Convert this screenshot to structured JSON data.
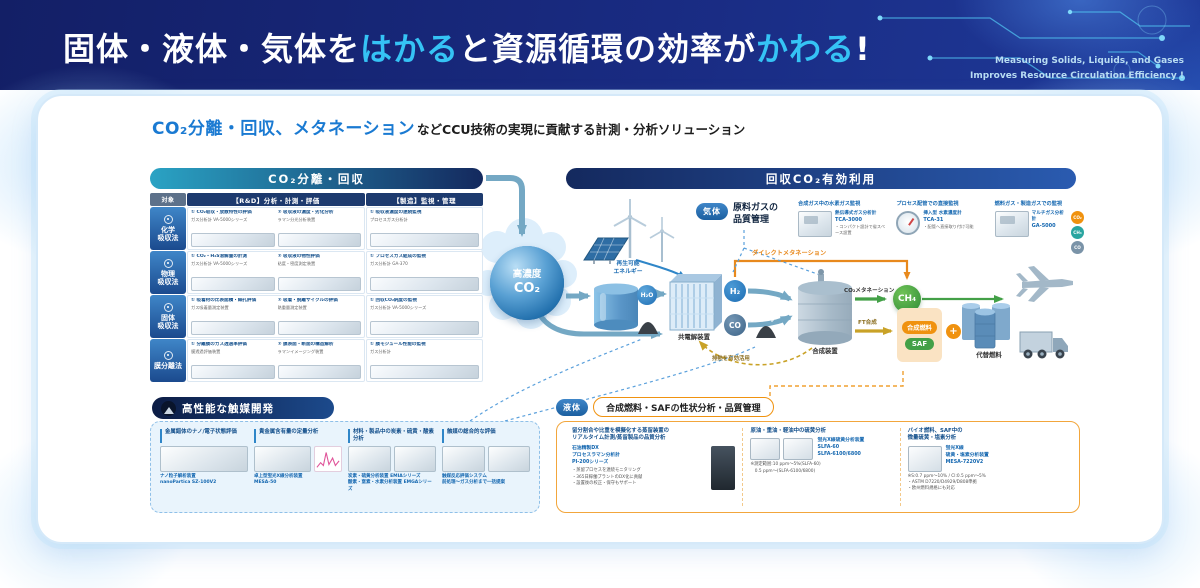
{
  "palette": {
    "banner_navy": "#192b82",
    "accent_cyan": "#35c3f5",
    "blue": "#1a7ad2",
    "orange": "#f0920f",
    "green": "#43a047"
  },
  "banner": {
    "t1": "固体・液体・気体を",
    "t2": "はかる",
    "t3": "と資源循環の効率が",
    "t4": "かわる",
    "t5": "!",
    "en1": "Measuring Solids, Liquids, and Gases",
    "en2": "Improves Resource Circulation Efficiency !"
  },
  "intro": {
    "highlight": "CO₂分離・回収、メタネーション",
    "rest": "などCCU技術の実現に貢献する計測・分析ソリューション"
  },
  "capture": {
    "header": "CO₂分離・回収",
    "col_target": "対象",
    "col_rd": "【R&D】分析・計測・評価",
    "col_mfg": "【製造】監視・管理",
    "rows": [
      {
        "label": "化学\n吸収法",
        "rd": [
          {
            "t": "① CO₂吸収・放散特性の評価",
            "n": "ガス分析計 VA-5000シリーズ"
          },
          {
            "t": "② 吸収液の濃度・劣化分析",
            "n": "ラマン分光分析装置"
          }
        ],
        "mfg": [
          {
            "t": "① 吸収液濃度の連続監視",
            "n": "プロセスガス分析計"
          }
        ]
      },
      {
        "label": "物理\n吸収法",
        "rd": [
          {
            "t": "① CO₂・H₂S溶解量の計測",
            "n": "ガス分析計 VA-5000シリーズ"
          },
          {
            "t": "② 吸収液の物性評価",
            "n": "粘度・密度測定装置"
          }
        ],
        "mfg": [
          {
            "t": "① プロセスガス組成の監視",
            "n": "ガス分析計 GA-370"
          }
        ]
      },
      {
        "label": "固体\n吸収法",
        "rd": [
          {
            "t": "① 吸着材の比表面積・細孔評価",
            "n": "ガス吸着量測定装置"
          },
          {
            "t": "② 吸着・脱離サイクルの評価",
            "n": "熱重量測定装置"
          }
        ],
        "mfg": [
          {
            "t": "① 回収CO₂純度の監視",
            "n": "ガス分析計 VA-5000シリーズ"
          }
        ]
      },
      {
        "label": "膜分離法",
        "rd": [
          {
            "t": "① 分離膜のガス透過率評価",
            "n": "膜透過評価装置"
          },
          {
            "t": "② 膜表面・断面の構造解析",
            "n": "ラマンイメージング装置"
          }
        ],
        "mfg": [
          {
            "t": "① 膜モジュール性能の監視",
            "n": "ガス分析計"
          }
        ]
      }
    ]
  },
  "utilization": {
    "header": "回収CO₂有効利用"
  },
  "flow": {
    "co2_top": "高濃度",
    "co2_bottom": "CO₂",
    "renewable": "再生可能\nエネルギー",
    "h2o": "H₂O",
    "h2": "H₂",
    "co": "CO",
    "electrolyzer": "共電解装置",
    "direct_methanation": "ダイレクトメタネーション",
    "co2_methanation": "CO₂メタネーション",
    "ft": "FT合成",
    "reactor": "合成装置",
    "waste_heat": "排熱を有効活用",
    "ch4": "CH₄",
    "syn_fuel": "合成燃料",
    "saf": "SAF",
    "plus": "+",
    "alt_fuel": "代替燃料"
  },
  "gas_quality": {
    "badge": "気体",
    "title": "原料ガスの\n品質管理",
    "products": [
      {
        "heading": "合成ガス中の水素ガス監視",
        "name": "熱伝導式ガス分析計",
        "model": "TCA-3000",
        "note": "・コンパクト設計で省スペース設置"
      },
      {
        "heading": "プロセス配管での直接監視",
        "name": "挿入型 水素濃度計",
        "model": "TCA-31",
        "note": "・配管へ直接取り付け可能"
      },
      {
        "heading": "燃料ガス・製造ガスでの監視",
        "name": "マルチガス分析計",
        "model": "GA-5000",
        "note": ""
      }
    ],
    "dots": [
      "CO₂",
      "CH₄",
      "CO"
    ]
  },
  "catalyst": {
    "header": "高性能な触媒開発",
    "columns": [
      {
        "heading": "金属錯体のナノ/電子状態評価",
        "cap1": "ナノ粒子解析装置",
        "cap2": "nanoPartica SZ-100V2"
      },
      {
        "heading": "貴金属含有量の定量分析",
        "cap1": "卓上型蛍光X線分析装置",
        "cap2": "MESA-50"
      },
      {
        "heading": "材料・製品中の炭素・硫黄・酸素分析",
        "cap1": "炭素・硫黄分析装置 EMIAシリーズ",
        "cap2": "酸素・窒素・水素分析装置 EMGAシリーズ"
      },
      {
        "heading": "触媒の総合的な評価",
        "cap1": "触媒反応評価システム",
        "cap2": "前処理〜ガス分析まで一括提案"
      }
    ]
  },
  "liquid": {
    "badge": "液体",
    "header": "合成燃料・SAFの性状分析・品質管理",
    "columns": [
      {
        "h1": "留分割合や比重を模擬化する蒸留装置の",
        "h2": "リアルタイム計測/蒸留製品の品質分析",
        "name1": "石油精製DX",
        "name2": "プロセスラマン分析計",
        "name3": "PI-200シリーズ",
        "notes": "・蒸留プロセスを連続モニタリング\n・365日稼働プラントのDX化に貢献\n・設置後の校正・保守もサポート"
      },
      {
        "h1": "原油・重油・軽油中の硫黄分析",
        "h2": "",
        "name1": "蛍光X線硫黄分析装置",
        "name2": "SLFA-60",
        "name3": "SLFA-6100/6800",
        "notes": "※測定範囲:10 ppm〜5%(SLFA-60)\n　0.5 ppm〜(SLFA-6100/6800)"
      },
      {
        "h1": "バイオ燃料、SAF中の",
        "h2": "微量硫黄・塩素分析",
        "name1": "蛍光X線",
        "name2": "硫黄・塩素分析装置",
        "name3": "MESA-7220V2",
        "notes": "※S:0.7 ppm〜10% / Cl:0.5 ppm〜5%\n・ASTM D7220/D4929/D808準拠\n・欧州燃料規格にも対応"
      }
    ]
  }
}
